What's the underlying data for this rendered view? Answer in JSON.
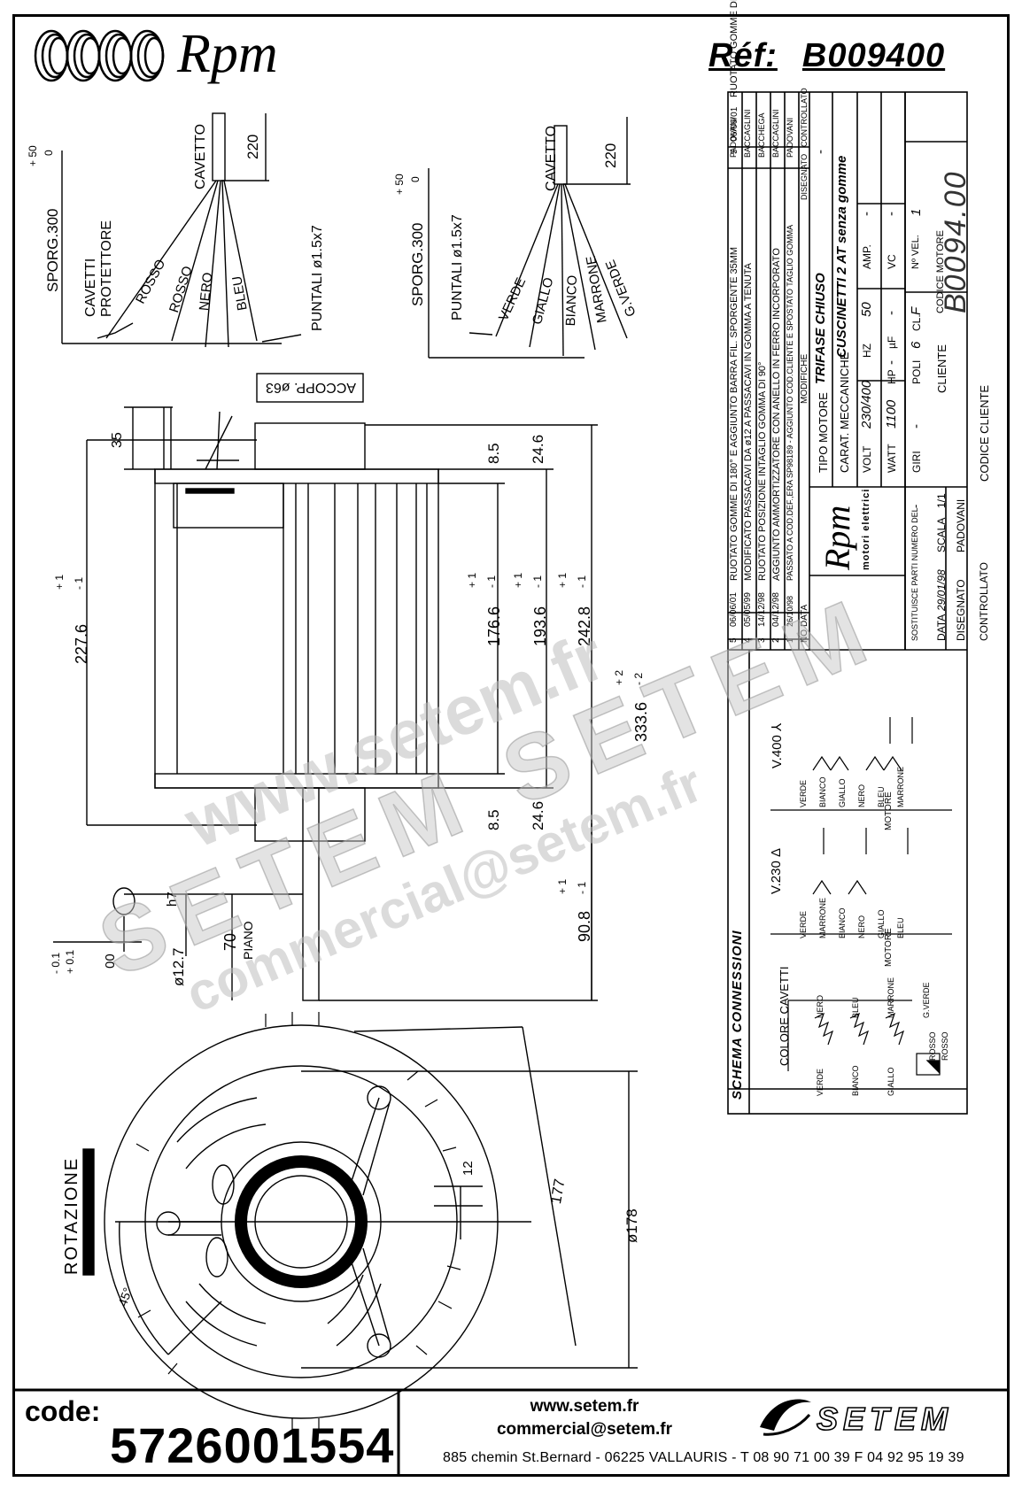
{
  "header": {
    "brand": "Rpm",
    "ref_label": "Réf:",
    "ref_value": "B009400"
  },
  "wiring_left": {
    "labels": {
      "sporg": "SPORG.300",
      "tol_plus": "+ 50",
      "tol_zero": "0",
      "cavetto": "CAVETTO",
      "len": "220",
      "cavetti": "CAVETTI",
      "protettore": "PROTETTORE",
      "rosso1": "ROSSO",
      "rosso2": "ROSSO",
      "nero": "NERO",
      "bleu": "BLEU",
      "puntali": "PUNTALI ø1.5x7"
    }
  },
  "wiring_right": {
    "labels": {
      "sporg": "SPORG.300",
      "tol_plus": "+ 50",
      "tol_zero": "0",
      "cavetto": "CAVETTO",
      "len": "220",
      "puntali": "PUNTALI ø1.5x7",
      "verde": "VERDE",
      "giallo": "GIALLO",
      "bianco": "BIANCO",
      "marrone": "MARRONE",
      "gverde": "G.VERDE"
    }
  },
  "side_view": {
    "accopp": "ACCOPP. ø63",
    "d35": "35",
    "d8a": "8.5",
    "d24a": "24.6",
    "d227": "227.6",
    "d227_tol_p": "+ 1",
    "d227_tol_m": "- 1",
    "d176": "176.6",
    "d176_tol_p": "+ 1",
    "d176_tol_m": "- 1",
    "d193": "193.6",
    "d193_tol_p": "+ 1",
    "d193_tol_m": "- 1",
    "d242": "242.8",
    "d242_tol_p": "+ 1",
    "d242_tol_m": "- 1",
    "d333": "333.6",
    "d333_tol_p": "+ 2",
    "d333_tol_m": "- 2",
    "d8b": "8.5",
    "d24b": "24.6",
    "d90": "90.8",
    "d90_tol_p": "+ 1",
    "d90_tol_m": "- 1",
    "d70": "70",
    "piano": "PIANO",
    "h7": "h7",
    "d12": "ø12.7",
    "d00": "00",
    "tol_m01": "- 0.1",
    "tol_p01": "+ 0.1"
  },
  "front_view": {
    "rotazione": "ROTAZIONE",
    "deg45": "45°",
    "d12": "12",
    "d177": "177",
    "d178": "ø178"
  },
  "title_block": {
    "revisions": [
      {
        "no": "5",
        "date": "06/06/01",
        "text": "RUOTATO GOMME DI 180° E AGGIUNTO BARRA FIL. SPORGENTE 35MM",
        "by": "PADOVANI"
      },
      {
        "no": "4",
        "date": "05/05/99",
        "text": "MODIFICATO PASSACAVI DA ø12 A PASSACAVI IN GOMMA A TENUTA",
        "by": "BACCAGLINI"
      },
      {
        "no": "3",
        "date": "14/12/98",
        "text": "RUOTATO POSIZIONE INTAGLIO GOMMA DI 90°",
        "by": "BACCHEGA"
      },
      {
        "no": "2",
        "date": "04/12/98",
        "text": "AGGIUNTO AMMORTIZZATORE CON ANELLO IN FERRO INCORPORATO",
        "by": "BACCAGLINI"
      },
      {
        "no": "1",
        "date": "26/10/98",
        "text": "PASSATO A COD.DEF.,ERA SP98189 - AGGIUNTO COD.CLIENTE E SPOSTATO TAGLIO GOMMA",
        "by": "PADOVANI"
      }
    ],
    "rev_header": {
      "no": "NO",
      "date": "DATA",
      "text": "MODIFICHE",
      "drawn": "DISEGNATO",
      "checked": "CONTROLLATO"
    },
    "company": "Rpm",
    "company_sub": "motori elettrici",
    "tipo_label": "TIPO MOTORE",
    "tipo_value": "TRIFASE CHIUSO",
    "tipo_dash": "-",
    "carat_label": "CARAT. MECCANICHE",
    "carat_value": "CUSCINETTI 2 AT senza gomme",
    "volt_label": "VOLT",
    "volt_value": "230/400",
    "hz_label": "HZ",
    "hz_value": "50",
    "amp_label": "AMP.",
    "amp_value": "-",
    "watt_label": "WATT",
    "watt_value": "1100",
    "hp_label": "HP",
    "hp_value": "-",
    "uf_label": "µF",
    "uf_value": "-",
    "vc_label": "VC",
    "vc_value": "-",
    "giri_label": "GIRI",
    "giri_value": "-",
    "poli_label": "POLI",
    "poli_value": "6",
    "cl_label": "CL.",
    "cl_value": "F",
    "nvel_label": "Nº VEL.",
    "nvel_value": "1",
    "sost_label": "SOSTITUISCE PARTI NUMERO DEL",
    "sost_value": "-",
    "data_label": "DATA",
    "data_value": "29/01/98",
    "scala_label": "SCALA",
    "scala_value": "1/1",
    "cliente_label": "CLIENTE",
    "codice_motore_label": "CODICE MOTORE",
    "codice_motore_value": "B0094.00",
    "disegnato_label": "DISEGNATO",
    "disegnato_value": "PADOVANI",
    "controllato_label": "CONTROLLATO",
    "codice_cliente_label": "CODICE CLIENTE"
  },
  "connections": {
    "title": "SCHEMA CONNESSIONI",
    "y400": "V.400 ⅄",
    "d230": "V.230 Δ",
    "motore": "MOTORE",
    "colore": "COLORE CAVETTI",
    "y_wires": [
      "VERDE",
      "BIANCO",
      "GIALLO",
      "NERO",
      "BLEU",
      "MARRONE"
    ],
    "d_wires": [
      "VERDE",
      "MARRONE",
      "BIANCO",
      "NERO",
      "GIALLO",
      "BLEU"
    ],
    "w_top": [
      "NERO",
      "BLEU",
      "MARRONE",
      "G.VERDE"
    ],
    "w_bottom": [
      "VERDE",
      "BIANCO",
      "GIALLO"
    ],
    "rosso1": "ROSSO",
    "rosso2": "ROSSO"
  },
  "watermark": {
    "w1": "www.setem.fr",
    "w2": "SETEM SETEM",
    "w3": "commercial@setem.fr"
  },
  "footer": {
    "code_label": "code:",
    "code_value": "5726001554",
    "website": "www.setem.fr",
    "email": "commercial@setem.fr",
    "address": "885 chemin St.Bernard  -  06225 VALLAURIS  -  T 08 90 71 00 39   F 04 92 95 19 39",
    "setem": "SETEM"
  }
}
